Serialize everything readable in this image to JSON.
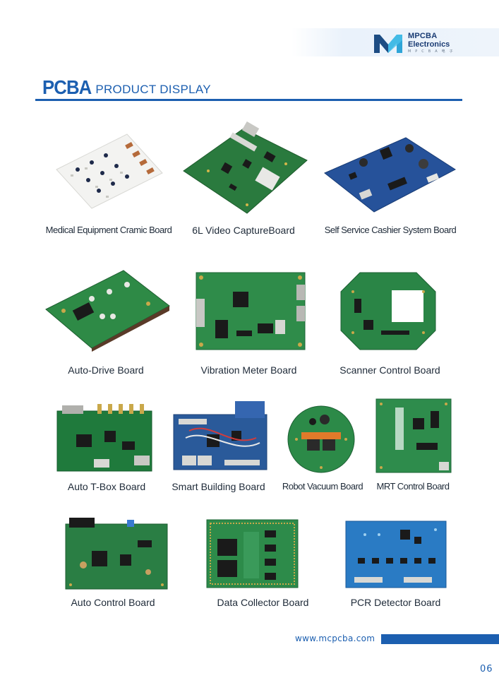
{
  "brand": {
    "name_line1": "MPCBA",
    "name_line2": "Electronics",
    "tagline": "M P C B A 电 子",
    "color_dark": "#1a3c74",
    "color_accent": "#2fa5d8"
  },
  "header": {
    "title_main": "PCBA",
    "title_sub": "PRODUCT DISPLAY",
    "accent_color": "#1c5fb0"
  },
  "products": [
    {
      "caption": "Medical Equipment Cramic Board",
      "board_color": "#f2f2f0"
    },
    {
      "caption": "6L Video CaptureBoard",
      "board_color": "#2a7a3e"
    },
    {
      "caption": "Self Service Cashier System Board",
      "board_color": "#26529a"
    },
    {
      "caption": "Auto-Drive Board",
      "board_color": "#2e8a46"
    },
    {
      "caption": "Vibration Meter Board",
      "board_color": "#2f8c4a"
    },
    {
      "caption": "Scanner Control Board",
      "board_color": "#2a8546"
    },
    {
      "caption": "Auto T-Box Board",
      "board_color": "#1f7a3c"
    },
    {
      "caption": "Smart Building Board",
      "board_color": "#2a5a9a"
    },
    {
      "caption": "Robot Vacuum Board",
      "board_color": "#2c8a48"
    },
    {
      "caption": "MRT Control Board",
      "board_color": "#2e8c4c"
    },
    {
      "caption": "Auto Control Board",
      "board_color": "#2a7e44"
    },
    {
      "caption": "Data Collector Board",
      "board_color": "#2d8b4a"
    },
    {
      "caption": "PCR Detector Board",
      "board_color": "#2a7bc4"
    }
  ],
  "footer": {
    "url": "www.mcpcba.com",
    "page_number": "06"
  }
}
